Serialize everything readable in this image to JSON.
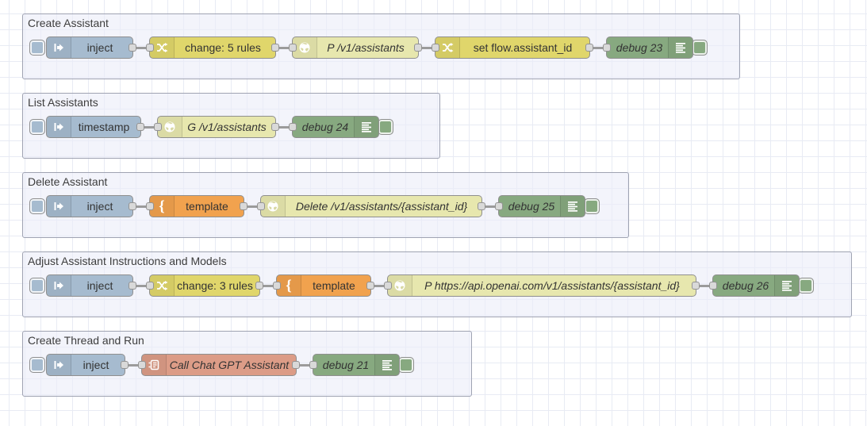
{
  "editor": {
    "type": "flow-canvas"
  },
  "colors": {
    "inject_node": "#a6bbcf",
    "change_node": "#e0d66b",
    "http_request_node": "#e7e7ae",
    "template_node": "#f1a24e",
    "debug_node": "#87a980",
    "subflow_node": "#dc9c87",
    "node_border": "#8f8f8f",
    "wire": "#9b9b9b",
    "port_fill": "#d9d9d9",
    "group_border": "#9fa3b2",
    "grid_line": "#e8ebf4"
  },
  "glyphs": {
    "curly_brace": "{"
  },
  "icons": {
    "inject": "inject-arrow-icon",
    "change": "shuffle-icon",
    "http_request": "globe-icon",
    "template": "curly-brace-icon",
    "debug": "debug-list-icon",
    "subflow": "subflow-icon"
  },
  "groups": [
    {
      "label": "Create Assistant",
      "nodes": [
        {
          "type": "inject",
          "label": "inject"
        },
        {
          "type": "change",
          "label": "change: 5 rules"
        },
        {
          "type": "http-request",
          "label": "P /v1/assistants"
        },
        {
          "type": "change",
          "label": "set flow.assistant_id"
        },
        {
          "type": "debug",
          "label": "debug 23"
        }
      ]
    },
    {
      "label": "List Assistants",
      "nodes": [
        {
          "type": "inject",
          "label": "timestamp"
        },
        {
          "type": "http-request",
          "label": "G /v1/assistants"
        },
        {
          "type": "debug",
          "label": "debug 24"
        }
      ]
    },
    {
      "label": "Delete Assistant",
      "nodes": [
        {
          "type": "inject",
          "label": "inject"
        },
        {
          "type": "template",
          "label": "template"
        },
        {
          "type": "http-request",
          "label": "Delete /v1/assistants/{assistant_id}"
        },
        {
          "type": "debug",
          "label": "debug 25"
        }
      ]
    },
    {
      "label": "Adjust Assistant Instructions and Models",
      "nodes": [
        {
          "type": "inject",
          "label": "inject"
        },
        {
          "type": "change",
          "label": "change: 3 rules"
        },
        {
          "type": "template",
          "label": "template"
        },
        {
          "type": "http-request",
          "label": "P https://api.openai.com/v1/assistants/{assistant_id}"
        },
        {
          "type": "debug",
          "label": "debug 26"
        }
      ]
    },
    {
      "label": "Create Thread and Run",
      "nodes": [
        {
          "type": "inject",
          "label": "inject"
        },
        {
          "type": "subflow",
          "label": "Call Chat GPT Assistant"
        },
        {
          "type": "debug",
          "label": "debug 21"
        }
      ]
    }
  ]
}
